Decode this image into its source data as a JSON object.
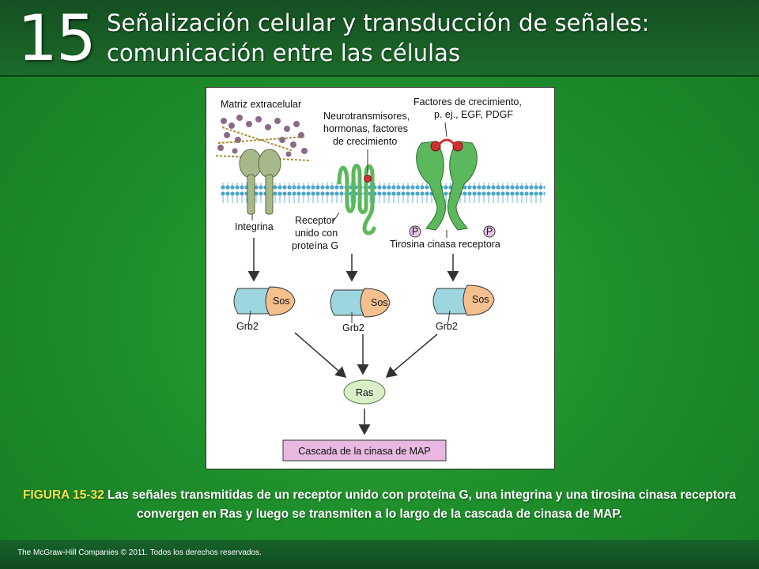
{
  "header": {
    "chapter_number": "15",
    "title_line1": "Señalización celular y transducción de señales:",
    "title_line2": "comunicación entre las células"
  },
  "diagram": {
    "labels": {
      "extracellular_matrix": "Matriz extracelular",
      "neuro_line1": "Neurotransmisores,",
      "neuro_line2": "hormonas, factores",
      "neuro_line3": "de crecimiento",
      "growth_line1": "Factores de crecimiento,",
      "growth_line2": "p. ej., EGF, PDGF",
      "integrin": "Integrina",
      "gpcr_line1": "Receptor",
      "gpcr_line2": "unido con",
      "gpcr_line3": "proteína G",
      "rtk": "Tirosina cinasa receptora",
      "phospho": "P",
      "sos": "Sos",
      "grb2": "Grb2",
      "ras": "Ras",
      "map_cascade": "Cascada de la cinasa de MAP"
    },
    "colors": {
      "membrane": "#4aa6c8",
      "receptor_green": "#5cb85c",
      "sos": "#f6c08e",
      "grb2": "#9ed6df",
      "ras": "#d8efc8",
      "map_box": "#e8b8e0",
      "ecm": "#8a6a86"
    }
  },
  "caption": {
    "figure_label": "FIGURA 15-32",
    "text": "Las señales transmitidas de un receptor unido con proteína G, una integrina y una tirosina cinasa receptora convergen en Ras y luego se transmiten a lo largo de la cascada de cinasa de MAP."
  },
  "footer": {
    "copyright": "The McGraw-Hill Companies © 2011. Todos los derechos reservados."
  }
}
